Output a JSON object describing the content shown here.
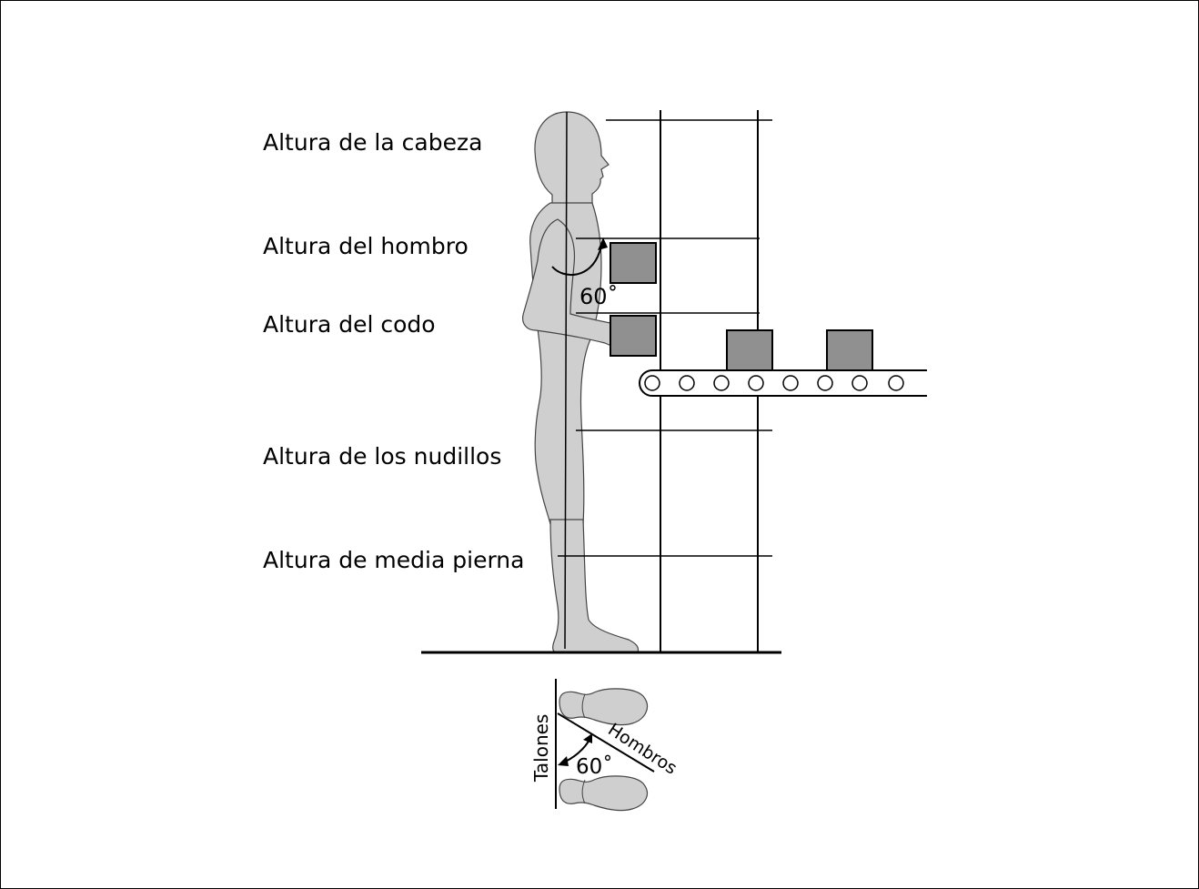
{
  "labels": {
    "head": "Altura de la cabeza",
    "shoulder": "Altura del hombro",
    "elbow": "Altura del codo",
    "knuckles": "Altura de los nudillos",
    "midleg": "Altura de media pierna"
  },
  "angle_arm": "60˚",
  "feet": {
    "heels": "Talones",
    "shoulders": "Hombros",
    "angle": "60˚"
  },
  "colors": {
    "figure": "#cfcfcf",
    "box": "#909090",
    "line": "#000000"
  }
}
